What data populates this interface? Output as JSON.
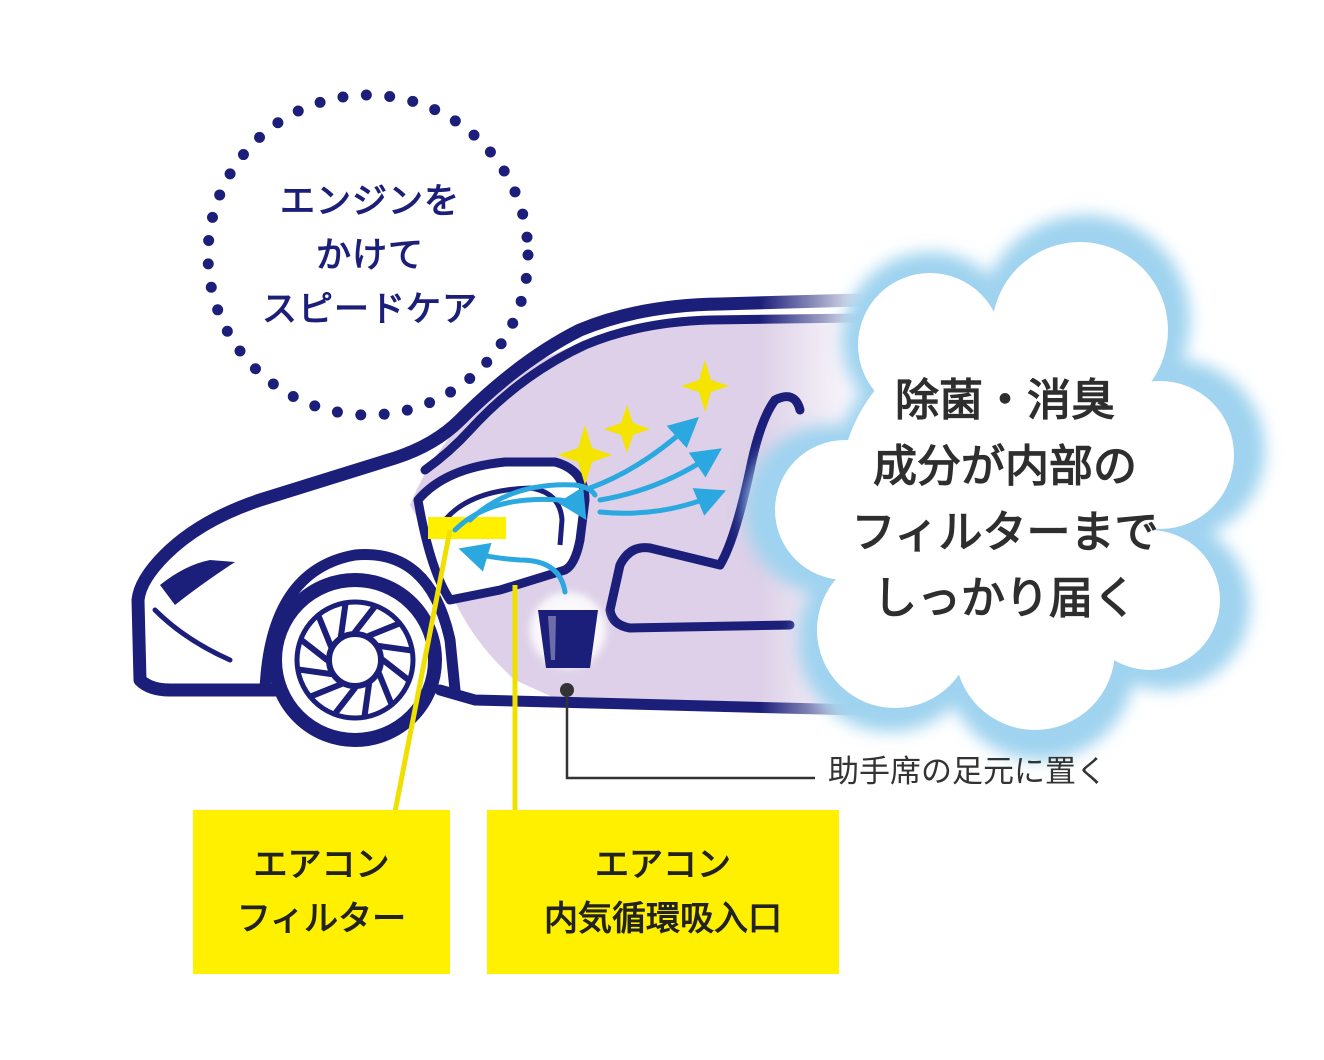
{
  "circle_badge": {
    "lines": [
      "エンジンを",
      "かけて",
      "スピードケア"
    ]
  },
  "cloud_callout": {
    "lines": [
      "除菌・消臭",
      "成分が内部の",
      "フィルターまで",
      "しっかり届く"
    ]
  },
  "placement_note": "助手席の足元に置く",
  "labels": {
    "filter": [
      "エアコン",
      "フィルター"
    ],
    "intake": [
      "エアコン",
      "内気循環吸入口"
    ]
  },
  "colors": {
    "navy": "#1c1f7a",
    "cabin_lavender": "#ddd0e8",
    "label_yellow": "#fff000",
    "sparkle_yellow": "#f5e400",
    "airflow_blue": "#2ba8e0",
    "cloud_blue": "#a9d9f2"
  }
}
